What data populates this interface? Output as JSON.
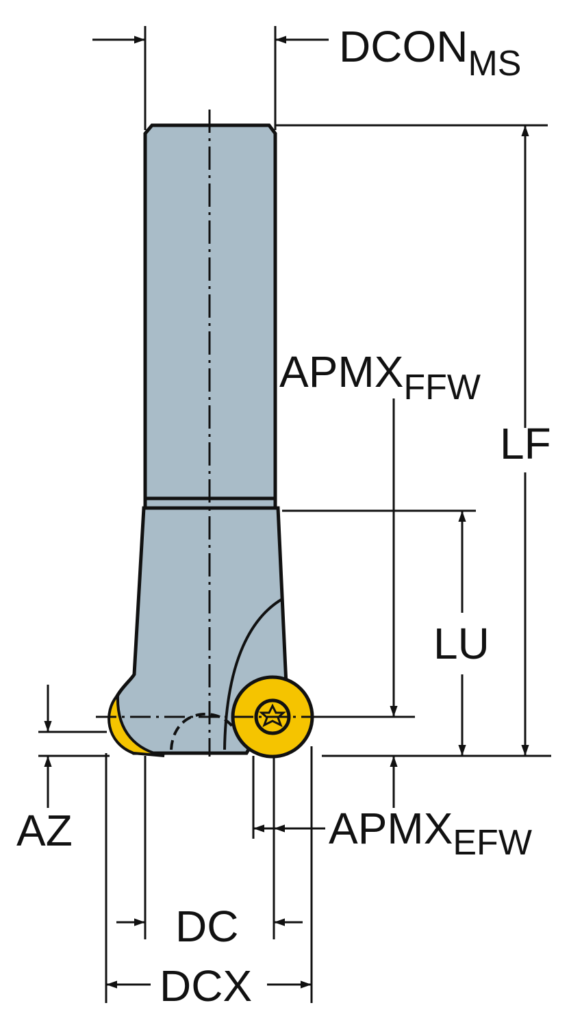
{
  "colors": {
    "body": "#A9BCC8",
    "insert": "#F5C400",
    "ink": "#111111",
    "background": "#FFFFFF"
  },
  "labels": {
    "dcon": {
      "main": "DCON",
      "sub": "MS"
    },
    "apmx_ffw": {
      "main": "APMX",
      "sub": "FFW"
    },
    "lf": "LF",
    "lu": "LU",
    "az": "AZ",
    "apmx_efw": {
      "main": "APMX",
      "sub": "EFW"
    },
    "dc": "DC",
    "dcx": "DCX"
  }
}
